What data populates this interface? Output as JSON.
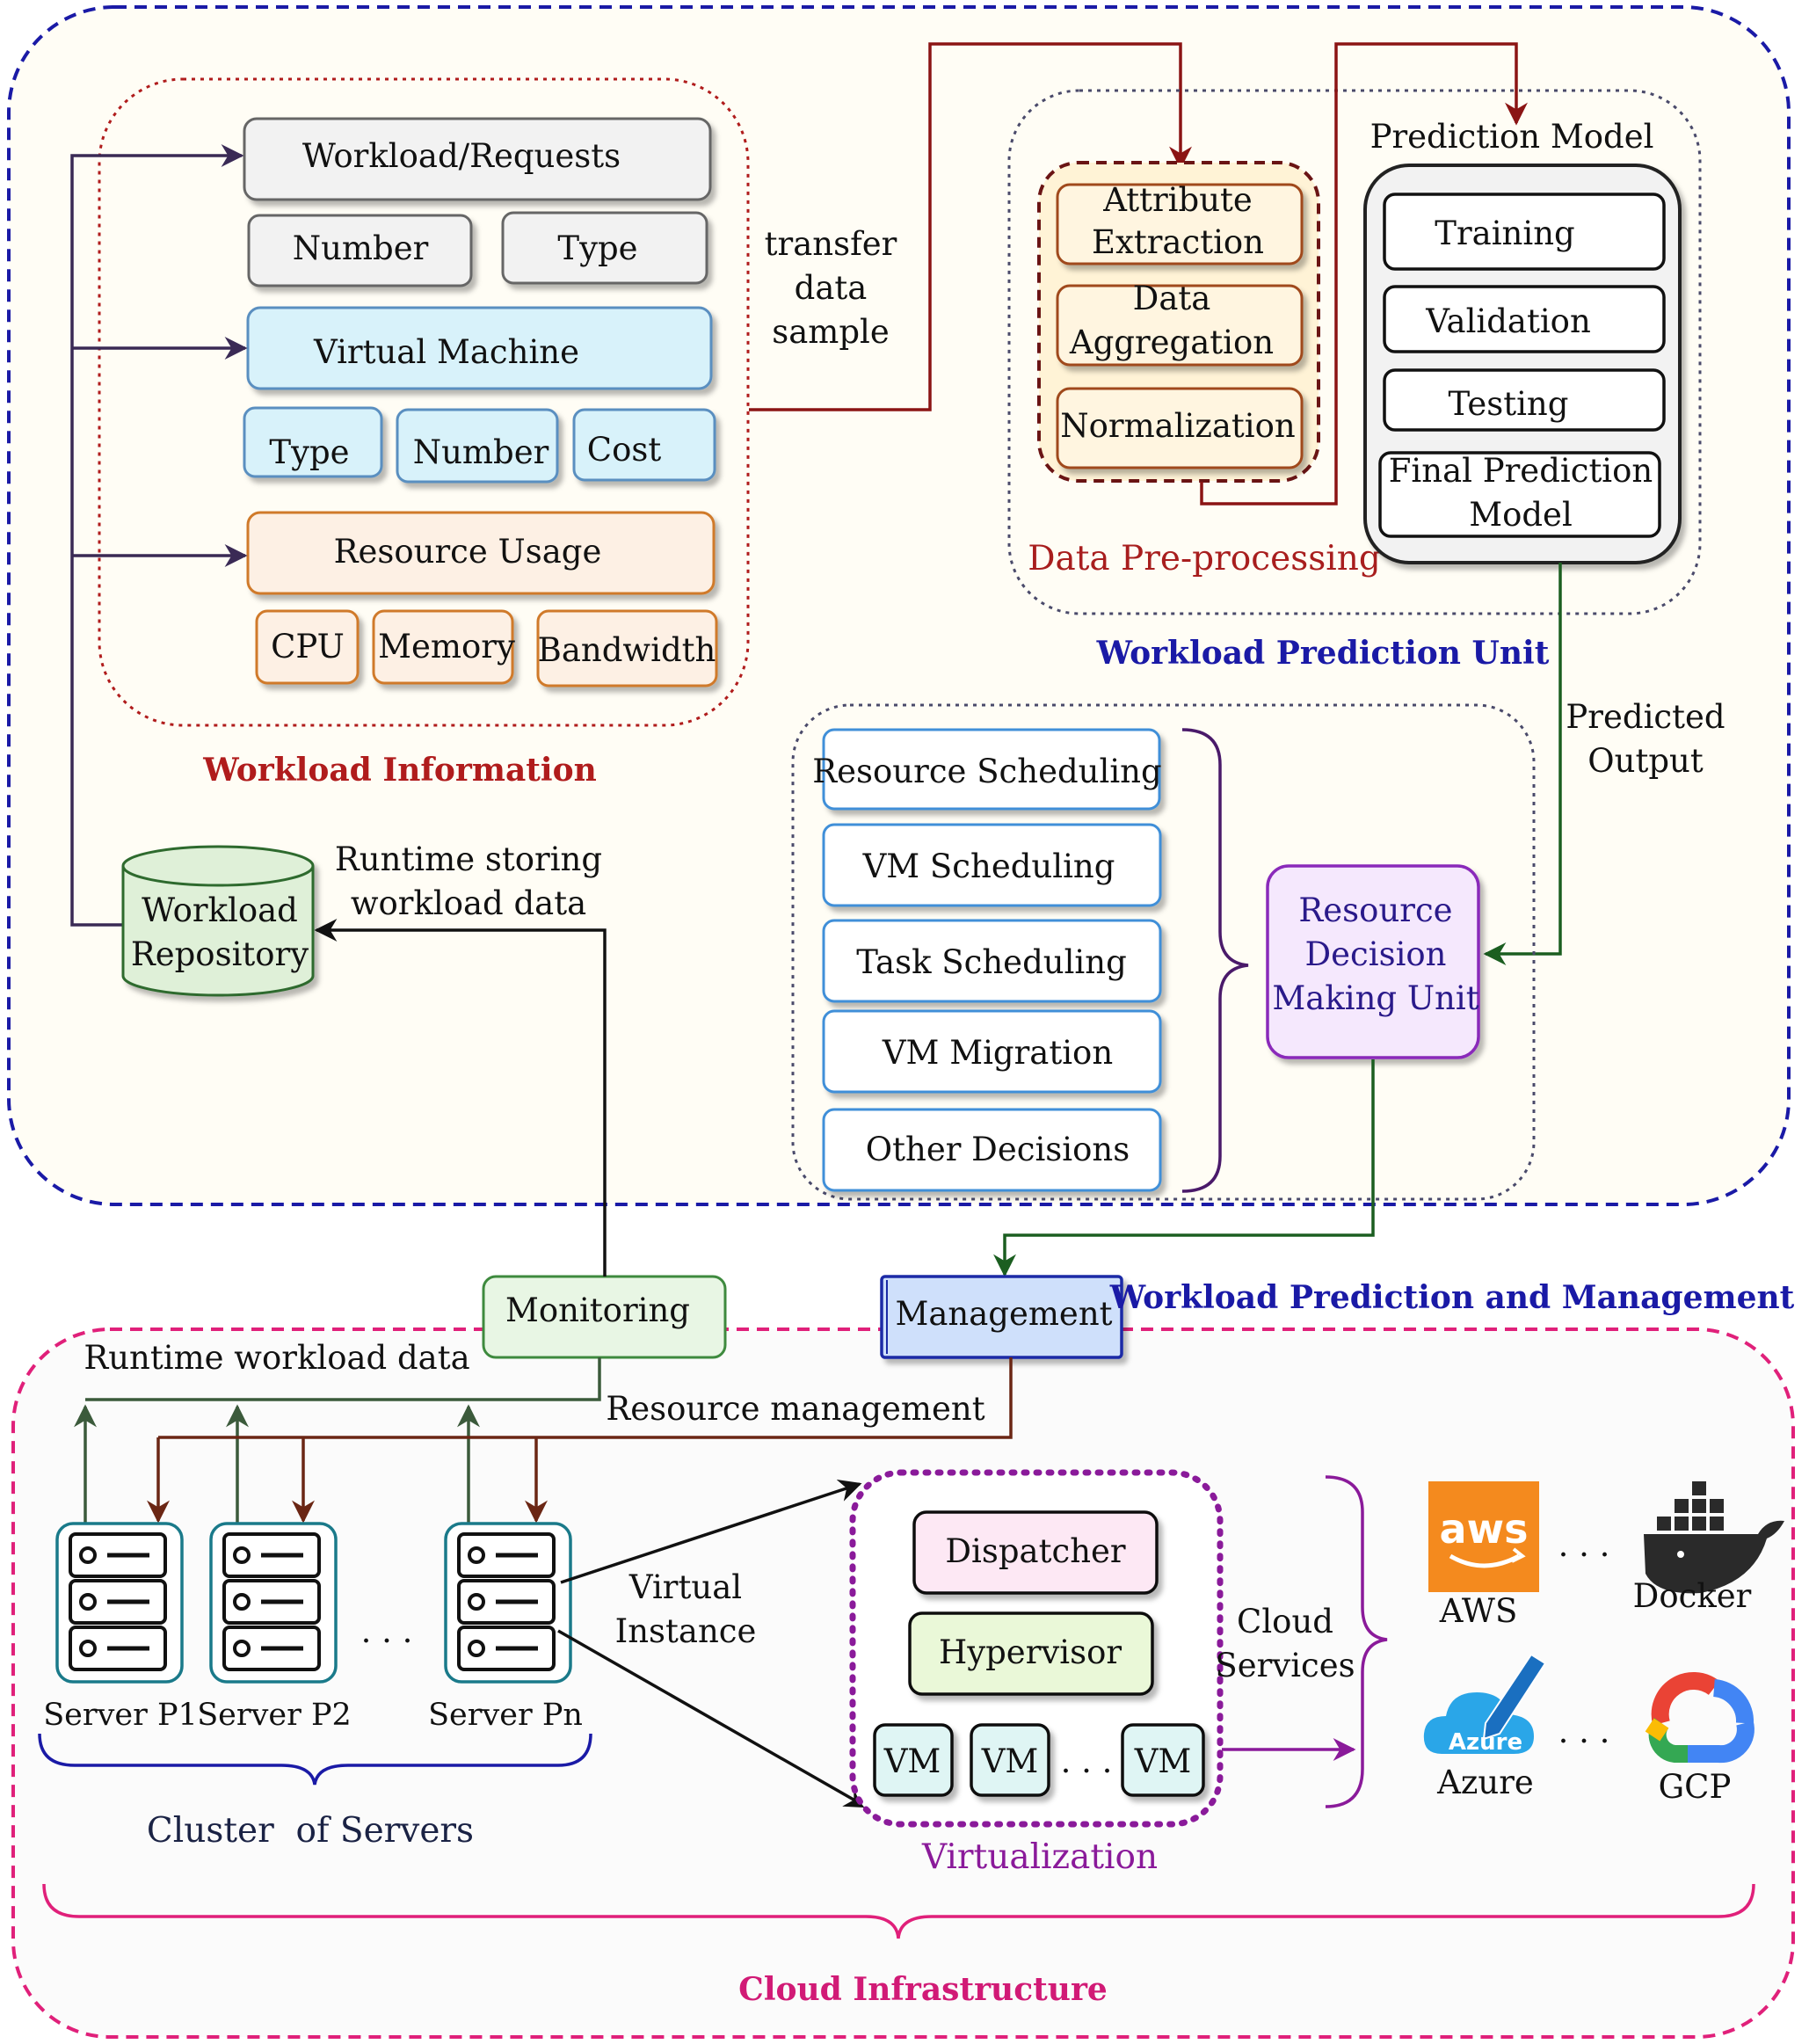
{
  "workload_prediction_management": {
    "title": "Workload Prediction and Management",
    "workload_information": {
      "title": "Workload Information",
      "workload_requests": "Workload/Requests",
      "wr_number": "Number",
      "wr_type": "Type",
      "virtual_machine": "Virtual Machine",
      "vm_type": "Type",
      "vm_number": "Number",
      "vm_cost": "Cost",
      "resource_usage": "Resource Usage",
      "cpu": "CPU",
      "memory": "Memory",
      "bandwidth": "Bandwidth"
    },
    "transfer_label": [
      "transfer",
      "data",
      "sample"
    ],
    "workload_repository": [
      "Workload",
      "Repository"
    ],
    "runtime_storing": [
      "Runtime storing",
      "workload data"
    ],
    "workload_prediction_unit": {
      "title": "Workload Prediction Unit",
      "data_preprocessing": {
        "title": "Data Pre-processing",
        "attribute_extraction": [
          "Attribute",
          "Extraction"
        ],
        "data_aggregation": [
          "Data",
          "Aggregation"
        ],
        "normalization": "Normalization"
      },
      "prediction_model": {
        "title": "Prediction Model",
        "training": "Training",
        "validation": "Validation",
        "testing": "Testing",
        "final_model": [
          "Final Prediction",
          "Model"
        ]
      }
    },
    "predicted_output": [
      "Predicted",
      "Output"
    ],
    "decisions": {
      "resource_scheduling": "Resource Scheduling",
      "vm_scheduling": "VM Scheduling",
      "task_scheduling": "Task Scheduling",
      "vm_migration": "VM Migration",
      "other_decisions": "Other Decisions"
    },
    "resource_decision_unit": [
      "Resource",
      "Decision",
      "Making Unit"
    ],
    "monitoring": "Monitoring",
    "management": "Management"
  },
  "cloud_infrastructure": {
    "title": "Cloud Infrastructure",
    "runtime_workload_data": "Runtime workload data",
    "resource_management": "Resource management",
    "servers": [
      "Server P1",
      "Server P2",
      "Server Pn"
    ],
    "ellipsis": ". . .",
    "cluster_label": "Cluster  of Servers",
    "virtual_instance": [
      "Virtual",
      "Instance"
    ],
    "virtualization": {
      "title": "Virtualization",
      "dispatcher": "Dispatcher",
      "hypervisor": "Hypervisor",
      "vm": "VM"
    },
    "cloud_services": [
      "Cloud",
      "Services"
    ],
    "providers": {
      "aws": "AWS",
      "aws_logo_text": "aws",
      "docker": "Docker",
      "azure": "Azure",
      "azure_logo_text": "Azure",
      "gcp": "GCP"
    }
  },
  "colors": {
    "outer_blue": "#1a1aa6",
    "outer_pink": "#e0207a",
    "workload_info_red": "#b01c1c",
    "prediction_unit_blue": "#1a1aa6",
    "data_preproc_red": "#a81e1e",
    "cloud_infra_pink": "#d11a76",
    "virtualization_purple": "#8a1a9a"
  }
}
